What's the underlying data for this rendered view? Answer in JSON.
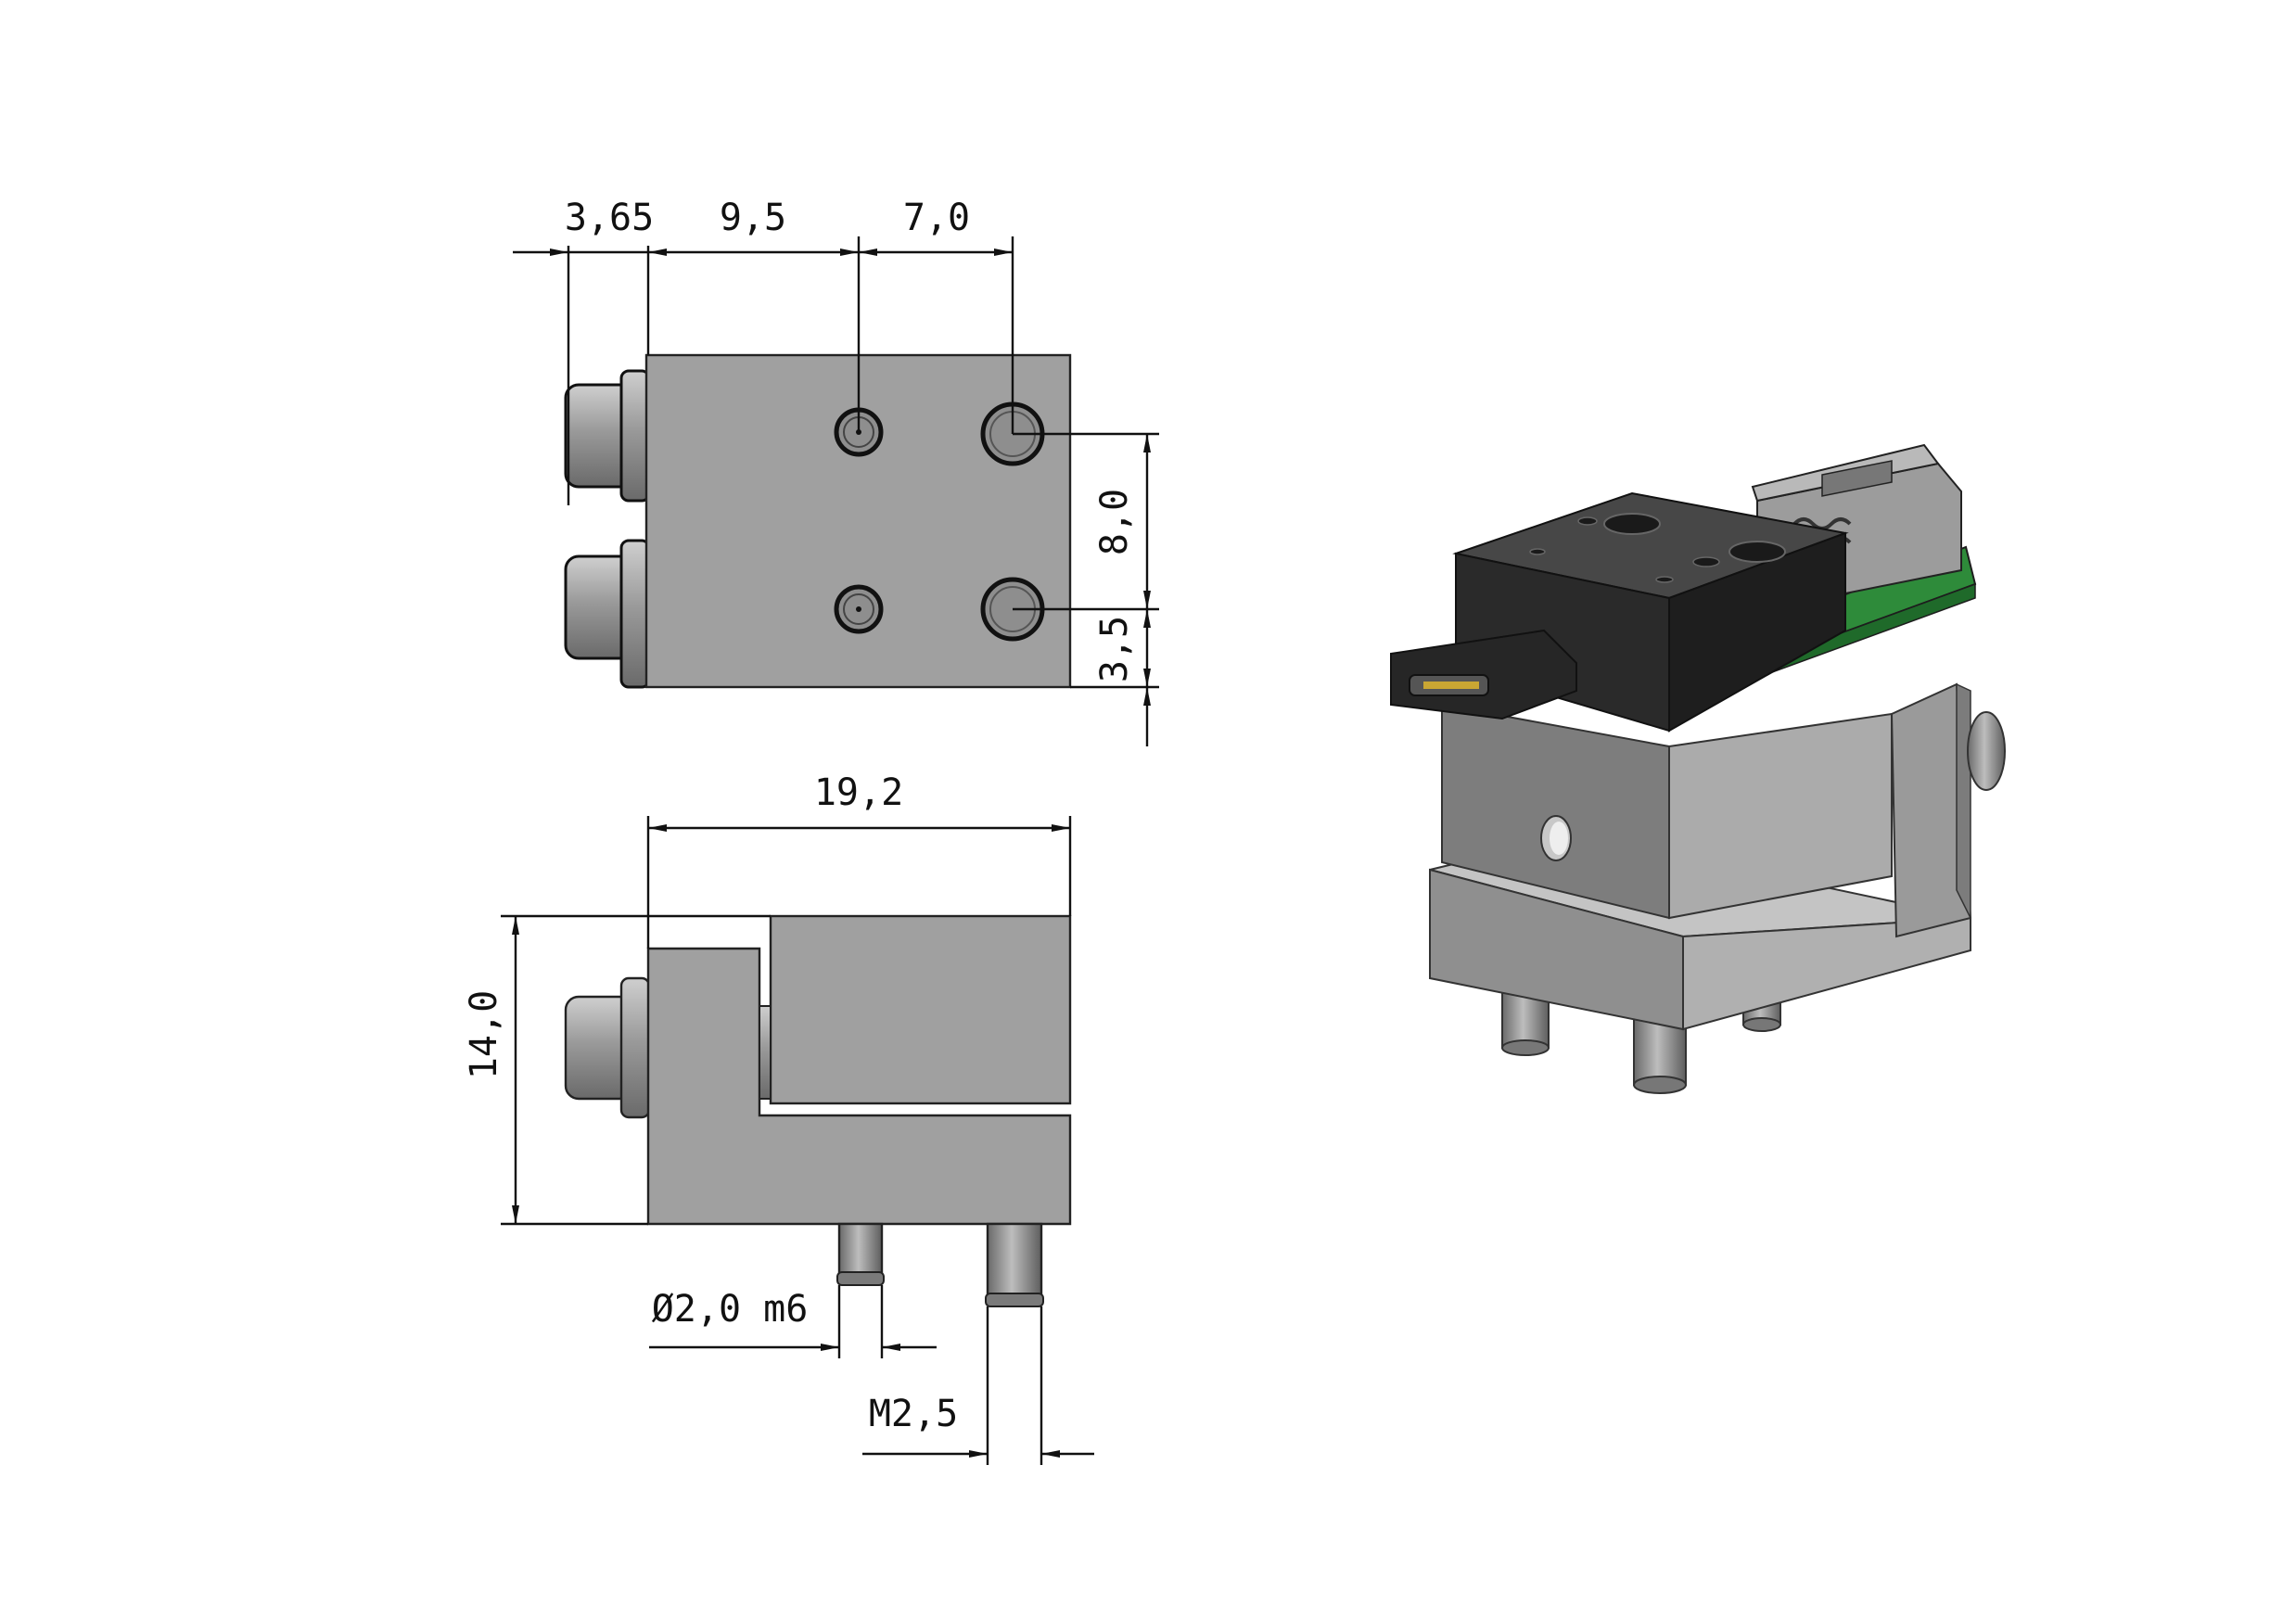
{
  "drawing": {
    "dimensions": {
      "top_view": {
        "d_365": "3,65",
        "d_95": "9,5",
        "d_70": "7,0",
        "d_80": "8,0",
        "d_35": "3,5"
      },
      "side_view": {
        "d_192": "19,2",
        "d_140": "14,0",
        "d_pin": "Ø2,0 m6",
        "d_thread": "M2,5"
      }
    },
    "colors": {
      "part_grey": "#a0a0a0",
      "part_dark": "#2a2a2a",
      "pcb_green": "#2e8b3a",
      "line": "#111111"
    }
  }
}
